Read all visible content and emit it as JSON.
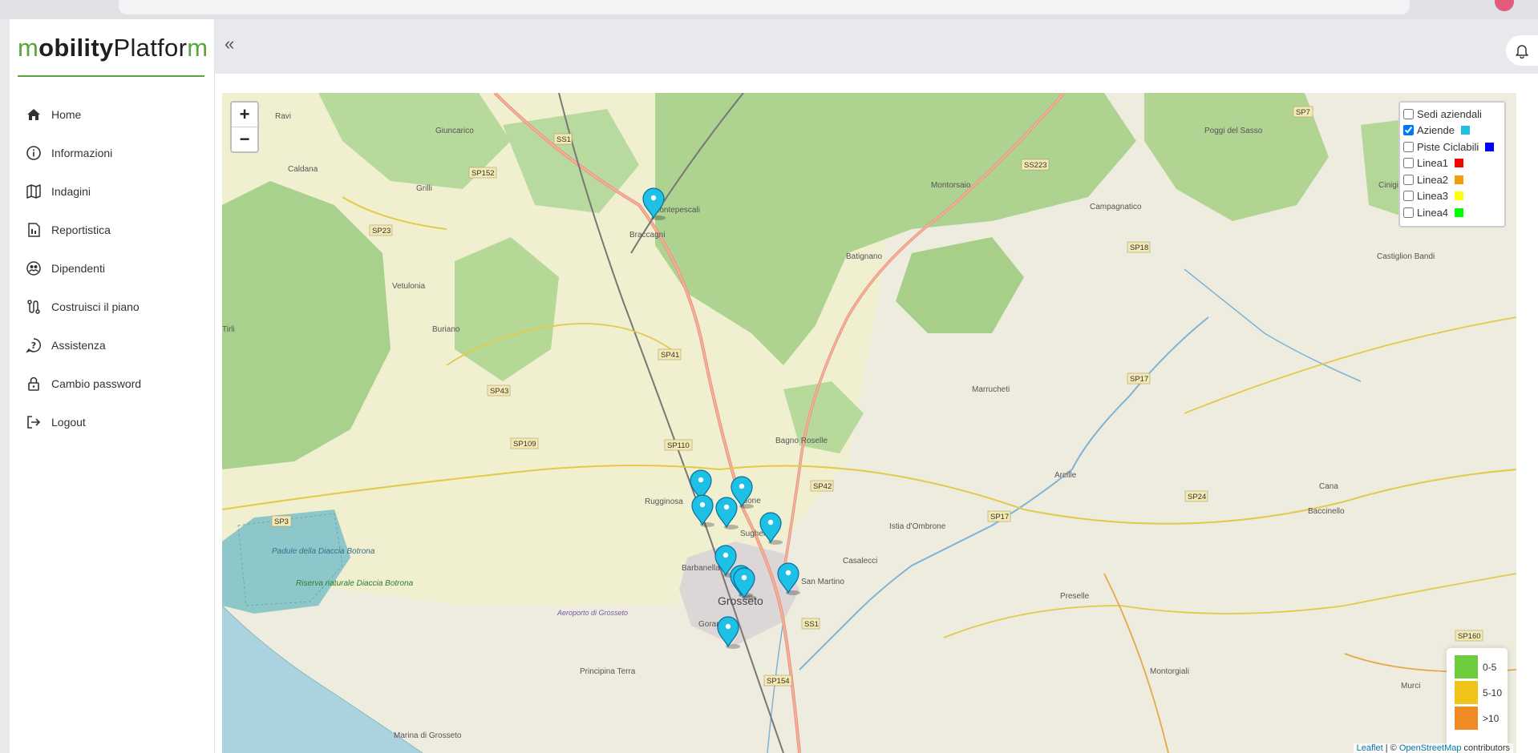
{
  "app": {
    "logo_m": "m",
    "logo_bold": "obility",
    "logo_rest": "Platfor",
    "logo_m2": "m"
  },
  "sidebar": {
    "items": [
      {
        "label": "Home",
        "icon": "home-icon"
      },
      {
        "label": "Informazioni",
        "icon": "info-icon"
      },
      {
        "label": "Indagini",
        "icon": "map-icon"
      },
      {
        "label": "Reportistica",
        "icon": "report-icon"
      },
      {
        "label": "Dipendenti",
        "icon": "employees-icon"
      },
      {
        "label": "Costruisci il piano",
        "icon": "route-icon"
      },
      {
        "label": "Assistenza",
        "icon": "help-icon"
      },
      {
        "label": "Cambio password",
        "icon": "lock-icon"
      },
      {
        "label": "Logout",
        "icon": "logout-icon"
      }
    ]
  },
  "header": {
    "collapse_label": "«"
  },
  "map": {
    "zoom_in": "+",
    "zoom_out": "−",
    "layers": [
      {
        "label": "Sedi aziendali",
        "checked": false,
        "color": ""
      },
      {
        "label": "Aziende",
        "checked": true,
        "color": "#1ec0e6"
      },
      {
        "label": "Piste Ciclabili",
        "checked": false,
        "color": "#0000ff"
      },
      {
        "label": "Linea1",
        "checked": false,
        "color": "#ff0000"
      },
      {
        "label": "Linea2",
        "checked": false,
        "color": "#f39c12"
      },
      {
        "label": "Linea3",
        "checked": false,
        "color": "#ffff00"
      },
      {
        "label": "Linea4",
        "checked": false,
        "color": "#00ff00"
      }
    ],
    "legend": [
      {
        "label": "0-5",
        "color": "#6ccc3b"
      },
      {
        "label": "5-10",
        "color": "#f0c419"
      },
      {
        "label": ">10",
        "color": "#f08a24"
      }
    ],
    "attribution": {
      "leaflet": "Leaflet",
      "sep": " | © ",
      "osm": "OpenStreetMap",
      "rest": " contributors"
    },
    "place_labels": {
      "ravi": "Ravi",
      "giuncarico": "Giuncarico",
      "caldana": "Caldana",
      "grilli": "Grilli",
      "montepescali": "Montepescali",
      "braccagni": "Braccagni",
      "vetulonia": "Vetulonia",
      "buriano": "Buriano",
      "tirli": "Tirli",
      "montorsaio": "Montorsaio",
      "campagnatico": "Campagnatico",
      "poggi": "Poggi del Sasso",
      "batignano": "Batignano",
      "marrucheti": "Marrucheti",
      "bagno_roselle": "Bagno Roselle",
      "rugginosa": "Rugginosa",
      "braccagni_2": "Sughera",
      "istia": "Istia d'Ombrone",
      "casalecci": "Casalecci",
      "arcille": "Arcille",
      "cana": "Cana",
      "baccinello": "Baccinello",
      "barbanella": "Barbanella",
      "san_martino": "San Martino",
      "grosseto": "Grosseto",
      "gorarella": "Gorarella",
      "preselle": "Preselle",
      "principina": "Principina Terra",
      "montorgiali": "Montorgiali",
      "marina": "Marina di Grosseto",
      "padule": "Padule della Diaccia Botrona",
      "riserva": "Riserva naturale Diaccia Botrona",
      "aeroporto": "Aeroporto di Grosseto",
      "cinigiano": "Cinigi",
      "castiglioncello": "Castiglion Bandi",
      "murci": "Murci",
      "donne": "adone"
    },
    "road_labels": {
      "ss1_top": "SS1",
      "sp152": "SP152",
      "sp23": "SP23",
      "sp41": "SP41",
      "sp43": "SP43",
      "sp109": "SP109",
      "sp110": "SP110",
      "sp3": "SP3",
      "sp42": "SP42",
      "ss223": "SS223",
      "sp7": "SP7",
      "sp18": "SP18",
      "sp17_top": "SP17",
      "sp17": "SP17",
      "sp24": "SP24",
      "ss1_bottom": "SS1",
      "sp154": "SP154",
      "sp160": "SP160"
    }
  }
}
